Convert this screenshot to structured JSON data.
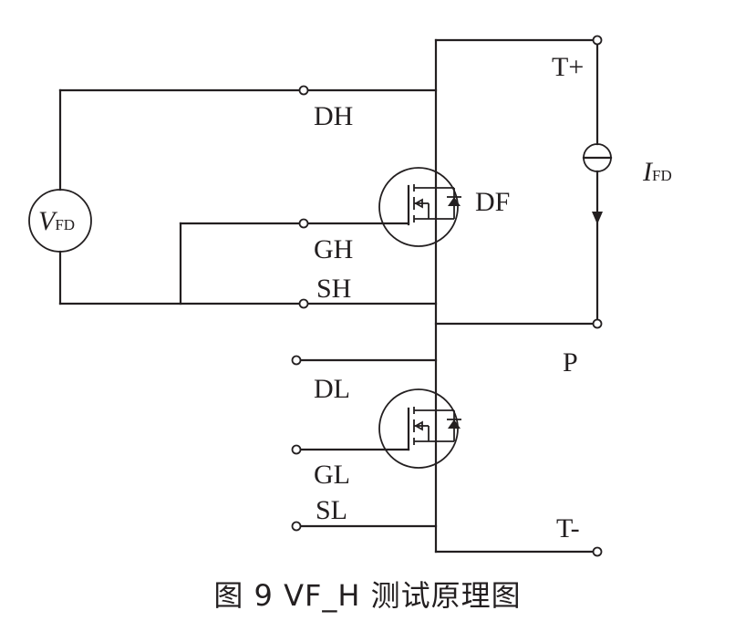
{
  "labels": {
    "dh": "DH",
    "gh": "GH",
    "sh": "SH",
    "dl": "DL",
    "gl": "GL",
    "sl": "SL",
    "df": "DF",
    "t_plus": "T+",
    "t_minus": "T-",
    "p": "P",
    "vfd_main": "V",
    "vfd_sub": "FD",
    "ifd_main": "I",
    "ifd_sub": "FD"
  },
  "caption": "图 9  VF_H 测试原理图"
}
